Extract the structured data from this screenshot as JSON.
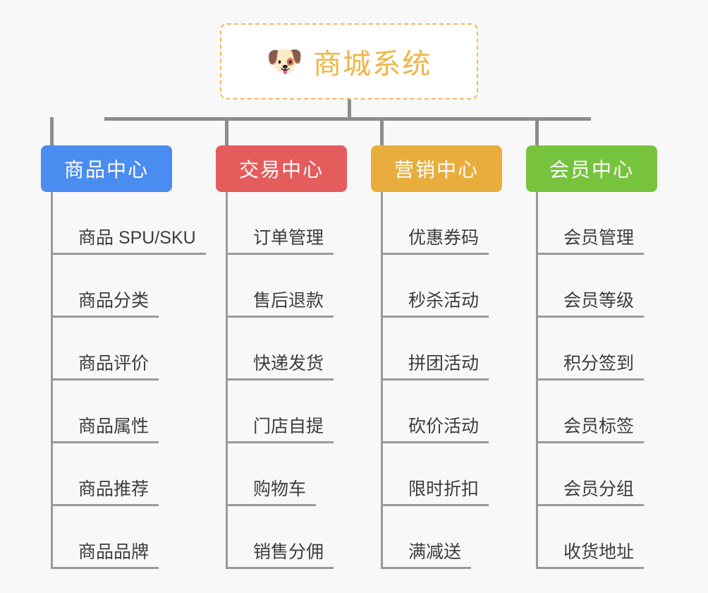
{
  "diagram": {
    "title": "商城系统",
    "background_color": "#f8f8f8",
    "root": {
      "icon": "shiba-dog-face-icon",
      "emoji": "🐶",
      "label": "商城系统",
      "text_color": "#f0b545",
      "border_color": "#f0b860",
      "border_style": "dashed",
      "fill": "#ffffff"
    },
    "connector_color": "#8c8c8c",
    "leaf_line_color": "#9a9a9a",
    "leaf_text_color": "#3d3d3d",
    "columns": [
      {
        "header": "商品中心",
        "color": "#4a8cf0",
        "items": [
          "商品 SPU/SKU",
          "商品分类",
          "商品评价",
          "商品属性",
          "商品推荐",
          "商品品牌"
        ]
      },
      {
        "header": "交易中心",
        "color": "#e55c5c",
        "items": [
          "订单管理",
          "售后退款",
          "快递发货",
          "门店自提",
          "购物车",
          "销售分佣"
        ]
      },
      {
        "header": "营销中心",
        "color": "#e8ad3c",
        "items": [
          "优惠券码",
          "秒杀活动",
          "拼团活动",
          "砍价活动",
          "限时折扣",
          "满减送"
        ]
      },
      {
        "header": "会员中心",
        "color": "#77c33e",
        "items": [
          "会员管理",
          "会员等级",
          "积分签到",
          "会员标签",
          "会员分组",
          "收货地址"
        ]
      }
    ]
  }
}
